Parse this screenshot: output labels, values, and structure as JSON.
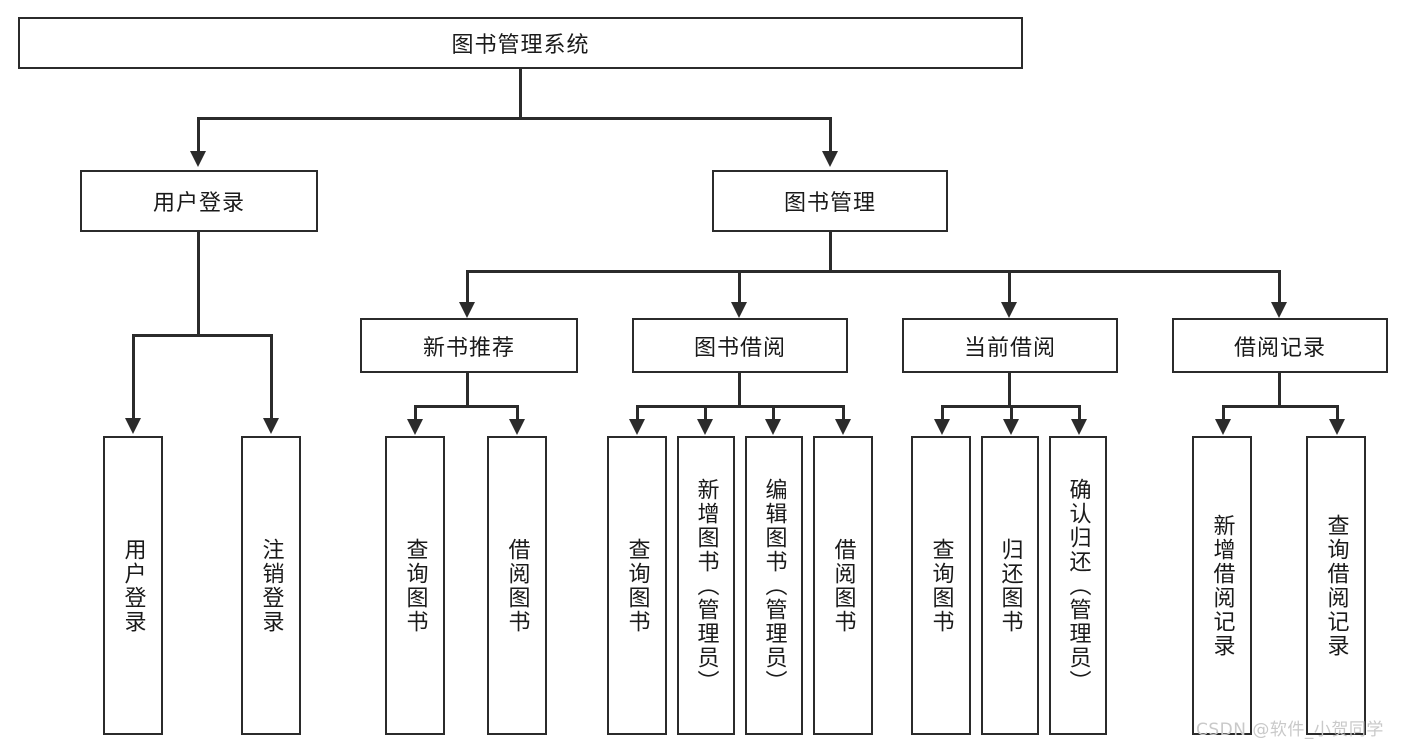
{
  "diagram": {
    "title_node": {
      "label": "图书管理系统"
    },
    "level2": [
      {
        "label": "用户登录"
      },
      {
        "label": "图书管理"
      }
    ],
    "level3": [
      {
        "label": "新书推荐"
      },
      {
        "label": "图书借阅"
      },
      {
        "label": "当前借阅"
      },
      {
        "label": "借阅记录"
      }
    ],
    "leaves": [
      {
        "label": "用户登录"
      },
      {
        "label": "注销登录"
      },
      {
        "label": "查询图书"
      },
      {
        "label": "借阅图书"
      },
      {
        "label": "查询图书"
      },
      {
        "label": "新增图书（管理员）"
      },
      {
        "label": "编辑图书（管理员）"
      },
      {
        "label": "借阅图书"
      },
      {
        "label": "查询图书"
      },
      {
        "label": "归还图书"
      },
      {
        "label": "确认归还（管理员）"
      },
      {
        "label": "新增借阅记录"
      },
      {
        "label": "查询借阅记录"
      }
    ]
  },
  "watermark": {
    "text": "CSDN @软件_小贺同学"
  },
  "colors": {
    "stroke": "#2b2b2b",
    "background": "#ffffff",
    "text": "#1a1a1a",
    "watermark": "#c9c9c9"
  }
}
